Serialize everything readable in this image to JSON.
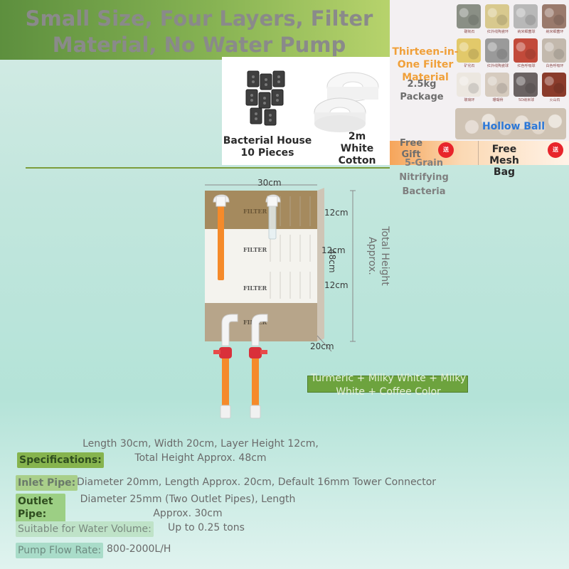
{
  "header": {
    "title": "Small Size, Four Layers, Filter Material, No Water Pump"
  },
  "accessories": {
    "bacterial_house": "Bacterial House 10 Pieces",
    "cotton": "2m White Cotton"
  },
  "filter_material": {
    "title": "Thirteen-in-One Filter Material",
    "package": "2.5kg Package",
    "hollow_ball": "Hollow Ball",
    "samples": [
      {
        "caption": "碳氧石",
        "color": "#8a8f85"
      },
      {
        "caption": "红外线陶瓷环",
        "color": "#d8c98e"
      },
      {
        "caption": "纳米细菌球",
        "color": "#b8b8b8"
      },
      {
        "caption": "纳米细菌环",
        "color": "#9a7a6c"
      },
      {
        "caption": "矿化石",
        "color": "#e2c96a"
      },
      {
        "caption": "红外线陶瓷球",
        "color": "#9a9a9a"
      },
      {
        "caption": "红色呼吸球",
        "color": "#c24a3a"
      },
      {
        "caption": "白色呼吸环",
        "color": "#c3b9ad"
      },
      {
        "caption": "玻璃环",
        "color": "#ece7e0"
      },
      {
        "caption": "珊瑚骨",
        "color": "#d6cbbf"
      },
      {
        "caption": "5D纳米球",
        "color": "#6a6262"
      },
      {
        "caption": "火山石",
        "color": "#8a3b2b"
      }
    ]
  },
  "gifts": {
    "free_gift": "Free Gift",
    "nitrifying": "5-Grain Nitrifying Bacteria",
    "badge": "送",
    "mesh_bag": "Free Mesh Bag"
  },
  "product": {
    "width_label": "30cm",
    "depth_label": "20cm",
    "layer_labels": [
      "12cm",
      "12cm",
      "12cm"
    ],
    "total_label": "48cm",
    "total_text": "Total Height Approx.",
    "filter_logo": "FILTER",
    "colors": {
      "coffee": "#b7a58a",
      "milky": "#f4f3ee",
      "turmeric": "#a58a5e",
      "pipe": "#f58a2a",
      "valve": "#d9303a"
    }
  },
  "color_option": "Turmeric + Milky White + Milky White + Coffee Color",
  "specs": [
    {
      "label": "Specifications:",
      "value": "Length 30cm, Width 20cm, Layer Height 12cm, Total Height Approx. 48cm"
    },
    {
      "label": "Inlet Pipe:",
      "value": "Diameter 20mm, Length Approx. 20cm, Default 16mm Tower Connector"
    },
    {
      "label": "Outlet Pipe:",
      "value": "Diameter 25mm (Two Outlet Pipes), Length Approx. 30cm"
    },
    {
      "label": "Suitable for Water Volume:",
      "value": "Up to 0.25 tons"
    },
    {
      "label": "Pump Flow Rate:",
      "value": "800-2000L/H"
    }
  ]
}
